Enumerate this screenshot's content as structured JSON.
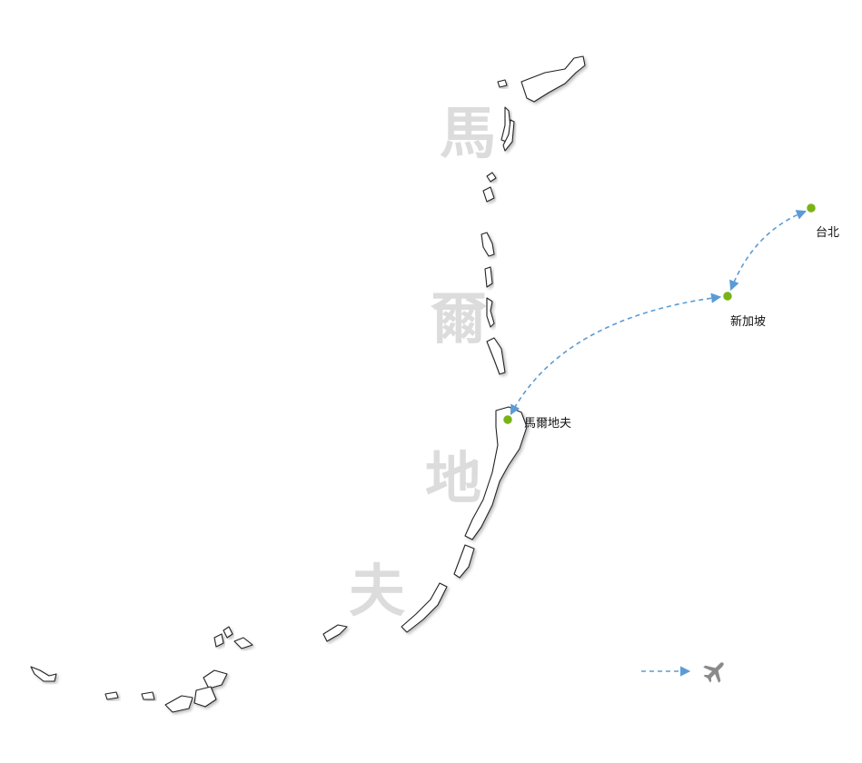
{
  "watermark": {
    "char1": "馬",
    "char2": "爾",
    "char3": "地",
    "char4": "夫"
  },
  "cities": {
    "taipei": {
      "label": "台北"
    },
    "singapore": {
      "label": "新加坡"
    },
    "maldives": {
      "label": "馬爾地夫"
    }
  },
  "colors": {
    "route": "#5b9bd5",
    "city_dot": "#7ab317",
    "island_outline": "#222222",
    "watermark": "#dcdcdc",
    "legend_plane": "#8a8a8a"
  },
  "legend": {
    "icon": "airplane-icon",
    "line": "dashed-route-arrow"
  }
}
